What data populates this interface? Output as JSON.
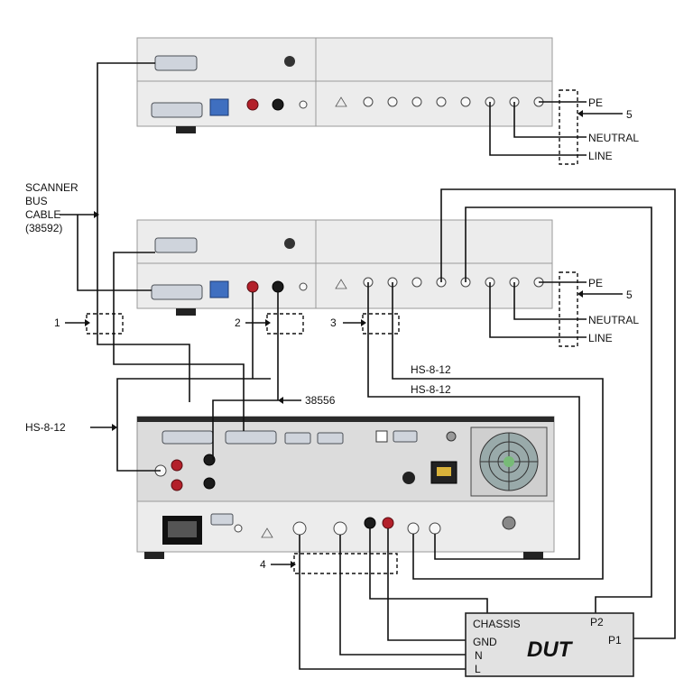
{
  "labels": {
    "scanner_bus_cable": [
      "SCANNER",
      "BUS",
      "CABLE",
      "(38592)"
    ],
    "pe": "PE",
    "neutral": "NEUTRAL",
    "line": "LINE",
    "ref5": "5",
    "ref1": "1",
    "ref2": "2",
    "ref3": "3",
    "ref4": "4",
    "hs_cable": "HS-8-12",
    "cable_38556": "38556"
  },
  "dut": {
    "title": "DUT",
    "chassis": "CHASSIS",
    "gnd": "GND",
    "n": "N",
    "l": "L",
    "p1": "P1",
    "p2": "P2"
  },
  "colors": {
    "wire": "#111111",
    "panel": "#ececec",
    "red_jack": "#b3202a",
    "black_jack": "#1b1b1b",
    "blue_connector": "#3f6fc0"
  }
}
